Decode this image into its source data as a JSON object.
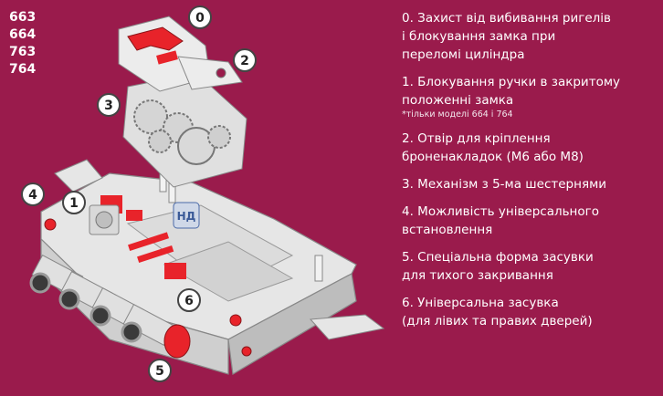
{
  "models": [
    "663",
    "664",
    "763",
    "764"
  ],
  "badges": [
    "0",
    "1",
    "2",
    "3",
    "4",
    "5",
    "6"
  ],
  "watermark": "НД",
  "legend": [
    {
      "l1": "0. Захист від вибивання ригелів",
      "l2": "і блокування замка при",
      "l3": "переломі циліндра"
    },
    {
      "l1": "1. Блокування ручки в закритому",
      "l2": "положенні замка",
      "note": "*тільки моделі 664 і 764"
    },
    {
      "l1": "2. Отвір для кріплення",
      "l2": "броненакладок (М6 або М8)"
    },
    {
      "l1": "3. Механізм з 5-ма шестернями"
    },
    {
      "l1": "4. Можливість універсального",
      "l2": "встановлення"
    },
    {
      "l1": "5. Спеціальна форма засувки",
      "l2": "для тихого закривання"
    },
    {
      "l1": "6. Універсальна засувка",
      "l2": "(для лівих та правих дверей)"
    }
  ],
  "colors": {
    "background": "#9a1b4c",
    "metal": "#e6e6e6",
    "accent": "#e8232a",
    "text": "#ffffff"
  }
}
